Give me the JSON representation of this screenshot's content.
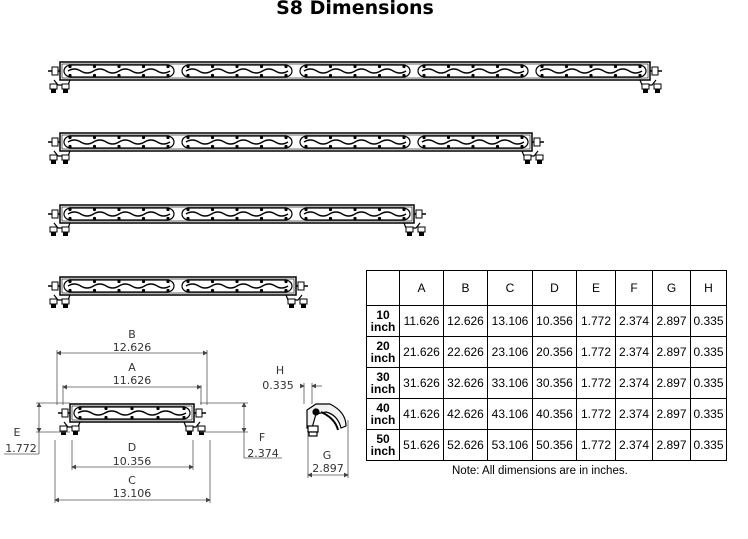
{
  "title": "S8 Dimensions",
  "light_bars": [
    {
      "segments": 5
    },
    {
      "segments": 4
    },
    {
      "segments": 3
    },
    {
      "segments": 2
    }
  ],
  "dimension_labels": {
    "A": {
      "letter": "A",
      "value": "11.626"
    },
    "B": {
      "letter": "B",
      "value": "12.626"
    },
    "C": {
      "letter": "C",
      "value": "13.106"
    },
    "D": {
      "letter": "D",
      "value": "10.356"
    },
    "E": {
      "letter": "E",
      "value": "1.772"
    },
    "F": {
      "letter": "F",
      "value": "2.374"
    },
    "G": {
      "letter": "G",
      "value": "2.897"
    },
    "H": {
      "letter": "H",
      "value": "0.335"
    }
  },
  "table": {
    "columns": [
      "A",
      "B",
      "C",
      "D",
      "E",
      "F",
      "G",
      "H"
    ],
    "rows": [
      {
        "size": "10",
        "unit": "inch",
        "values": [
          "11.626",
          "12.626",
          "13.106",
          "10.356",
          "1.772",
          "2.374",
          "2.897",
          "0.335"
        ]
      },
      {
        "size": "20",
        "unit": "inch",
        "values": [
          "21.626",
          "22.626",
          "23.106",
          "20.356",
          "1.772",
          "2.374",
          "2.897",
          "0.335"
        ]
      },
      {
        "size": "30",
        "unit": "inch",
        "values": [
          "31.626",
          "32.626",
          "33.106",
          "30.356",
          "1.772",
          "2.374",
          "2.897",
          "0.335"
        ]
      },
      {
        "size": "40",
        "unit": "inch",
        "values": [
          "41.626",
          "42.626",
          "43.106",
          "40.356",
          "1.772",
          "2.374",
          "2.897",
          "0.335"
        ]
      },
      {
        "size": "50",
        "unit": "inch",
        "values": [
          "51.626",
          "52.626",
          "53.106",
          "50.356",
          "1.772",
          "2.374",
          "2.897",
          "0.335"
        ]
      }
    ]
  },
  "note": "Note: All dimensions are in inches."
}
